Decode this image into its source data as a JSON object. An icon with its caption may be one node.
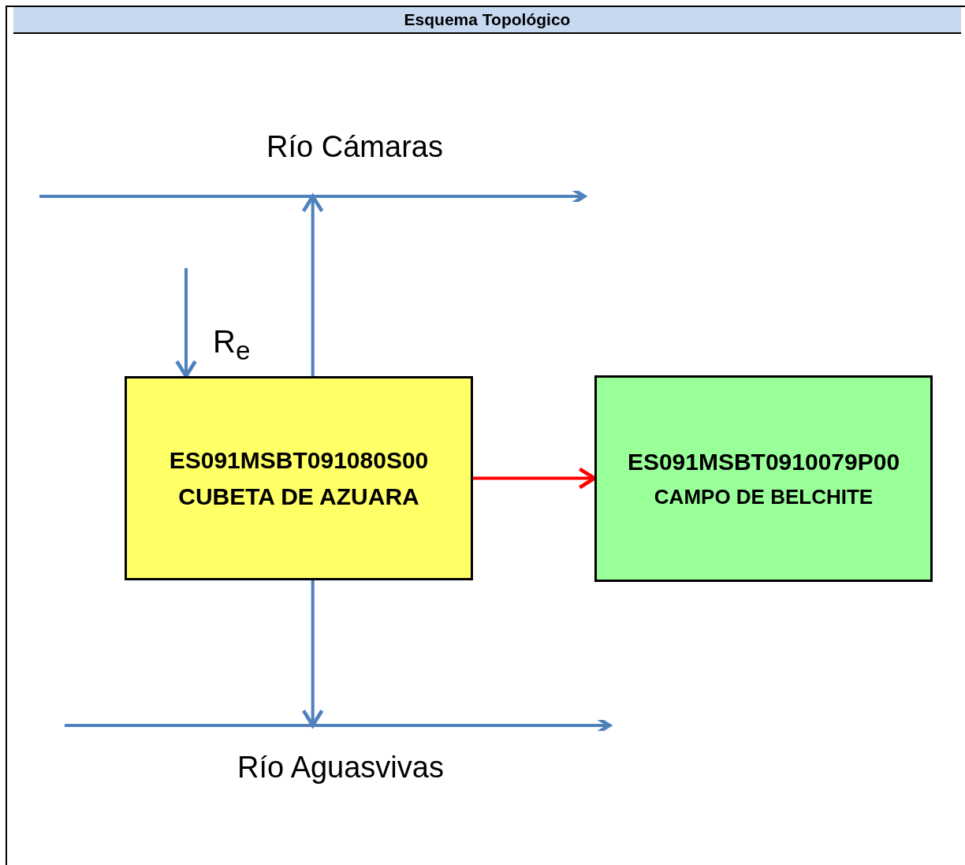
{
  "diagram": {
    "title": "Esquema Topológico",
    "nodes": [
      {
        "text": [
          "ES091MSBT091080S00",
          "CUBETA DE AZUARA"
        ]
      },
      {
        "text": [
          "ES091MSBT0910079P00",
          "CAMPO DE BELCHITE"
        ]
      },
      {
        "text": [
          "Río Cámaras"
        ]
      },
      {
        "text": [
          "Río Aguasvivas"
        ]
      }
    ],
    "edges": [
      {
        "from": null,
        "to": 0,
        "arrow": "to",
        "label": "R$_{e}$"
      },
      {
        "from": 0,
        "to": 2,
        "arrow": "to"
      },
      {
        "from": 0,
        "to": 1,
        "arrow": "to",
        "color": "#ff0000"
      },
      {
        "from": 0,
        "to": 3,
        "arrow": "to"
      }
    ]
  }
}
